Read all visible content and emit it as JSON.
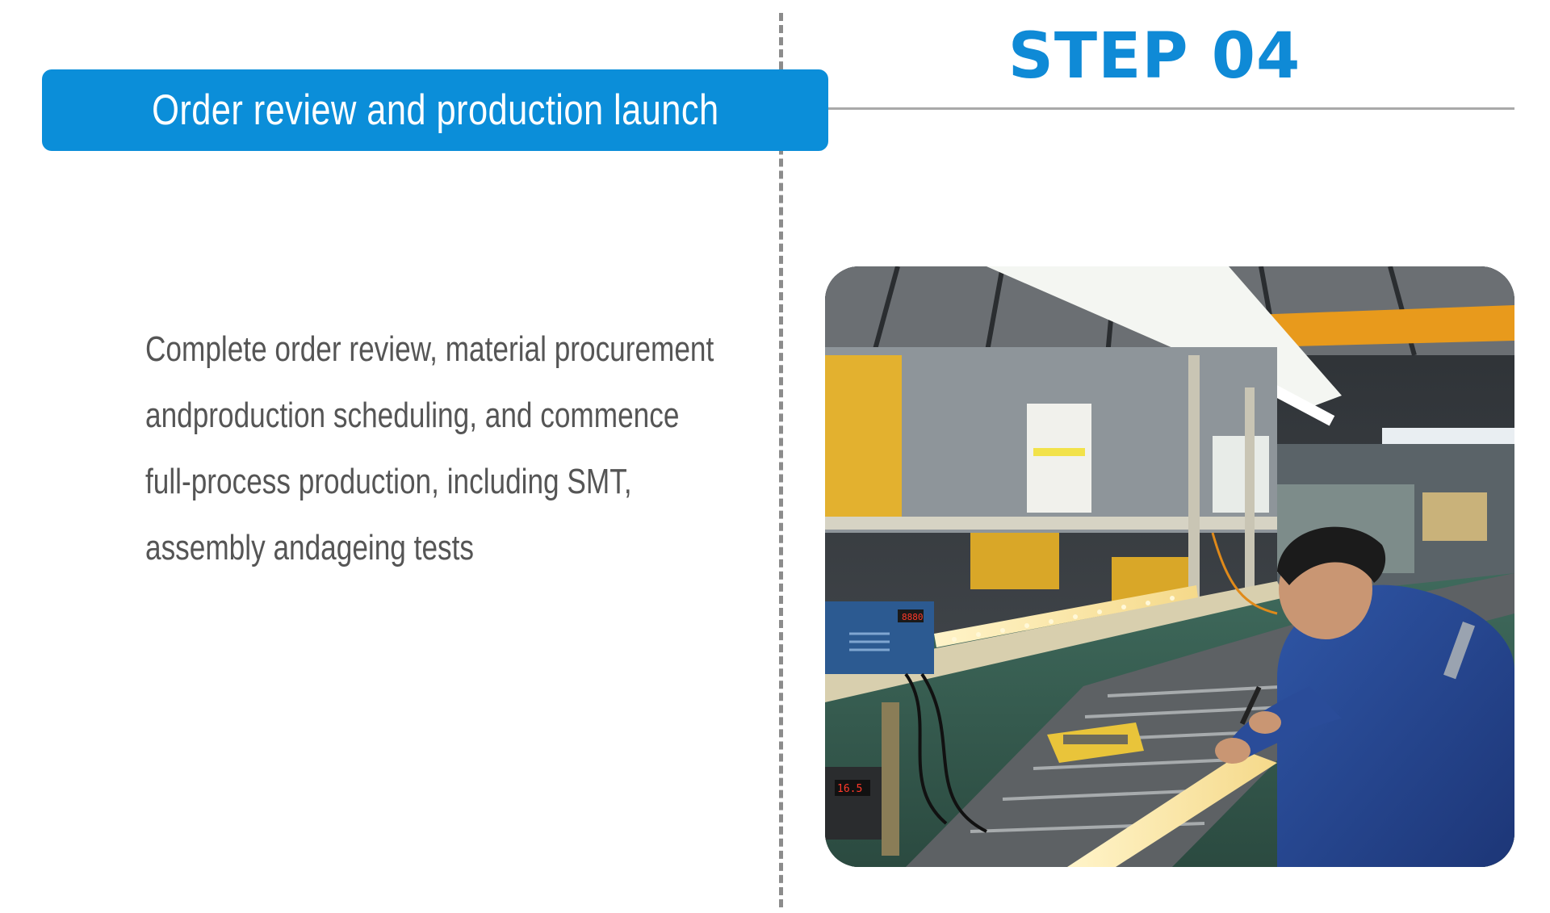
{
  "step": {
    "label": "STEP 04"
  },
  "banner": {
    "title": "Order review and production launch"
  },
  "description": {
    "lines": [
      "Complete order review, material procurement",
      "andproduction scheduling, and commence",
      "full-process production, including SMT,",
      "assembly andageing tests"
    ]
  },
  "colors": {
    "accent": "#0b8ed9",
    "step_text": "#0f8ad6",
    "body_text": "#555555",
    "divider": "#8c8c8c"
  },
  "photo": {
    "meter_readout_top": "8880",
    "meter_readout_bottom": "16.5"
  }
}
